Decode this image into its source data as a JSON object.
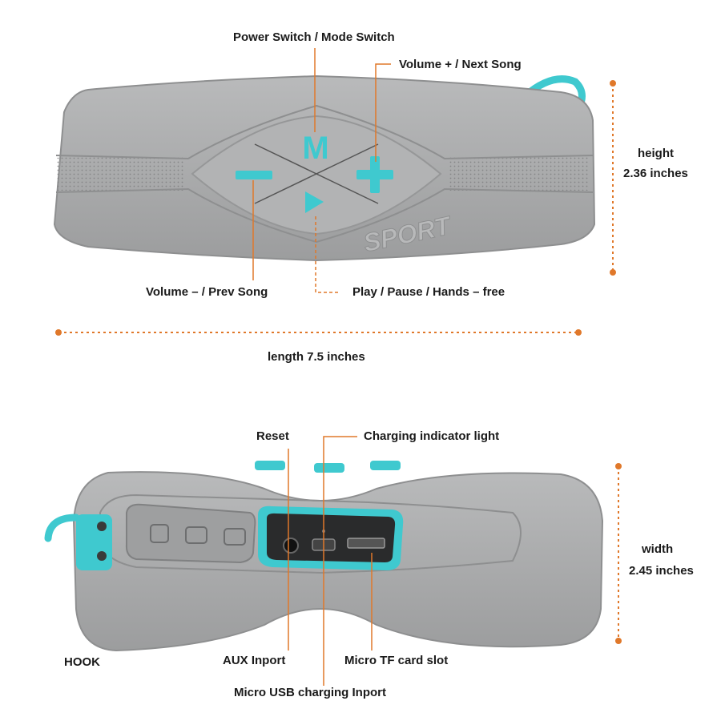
{
  "labels": {
    "power_mode": "Power Switch / Mode Switch",
    "volume_up_next": "Volume + / Next Song",
    "volume_down_prev": "Volume – / Prev Song",
    "play_pause": "Play / Pause / Hands – free",
    "height_title": "height",
    "height_value": "2.36 inches",
    "length": "length  7.5 inches",
    "reset": "Reset",
    "charging_light": "Charging indicator light",
    "width_title": "width",
    "width_value": "2.45 inches",
    "hook": "HOOK",
    "aux": "AUX Inport",
    "tf_slot": "Micro TF card slot",
    "usb": "Micro USB charging Inport"
  },
  "product": {
    "logo_text": "SPORT",
    "mode_button_glyph": "M",
    "volume_up_icon": "plus-icon",
    "volume_down_icon": "minus-icon",
    "play_icon": "play-icon"
  },
  "colors": {
    "body": "#a9aaab",
    "body_dark": "#8e8f90",
    "accent": "#3fc9cf",
    "leader": "#e0782a",
    "text": "#1a1a1a"
  }
}
